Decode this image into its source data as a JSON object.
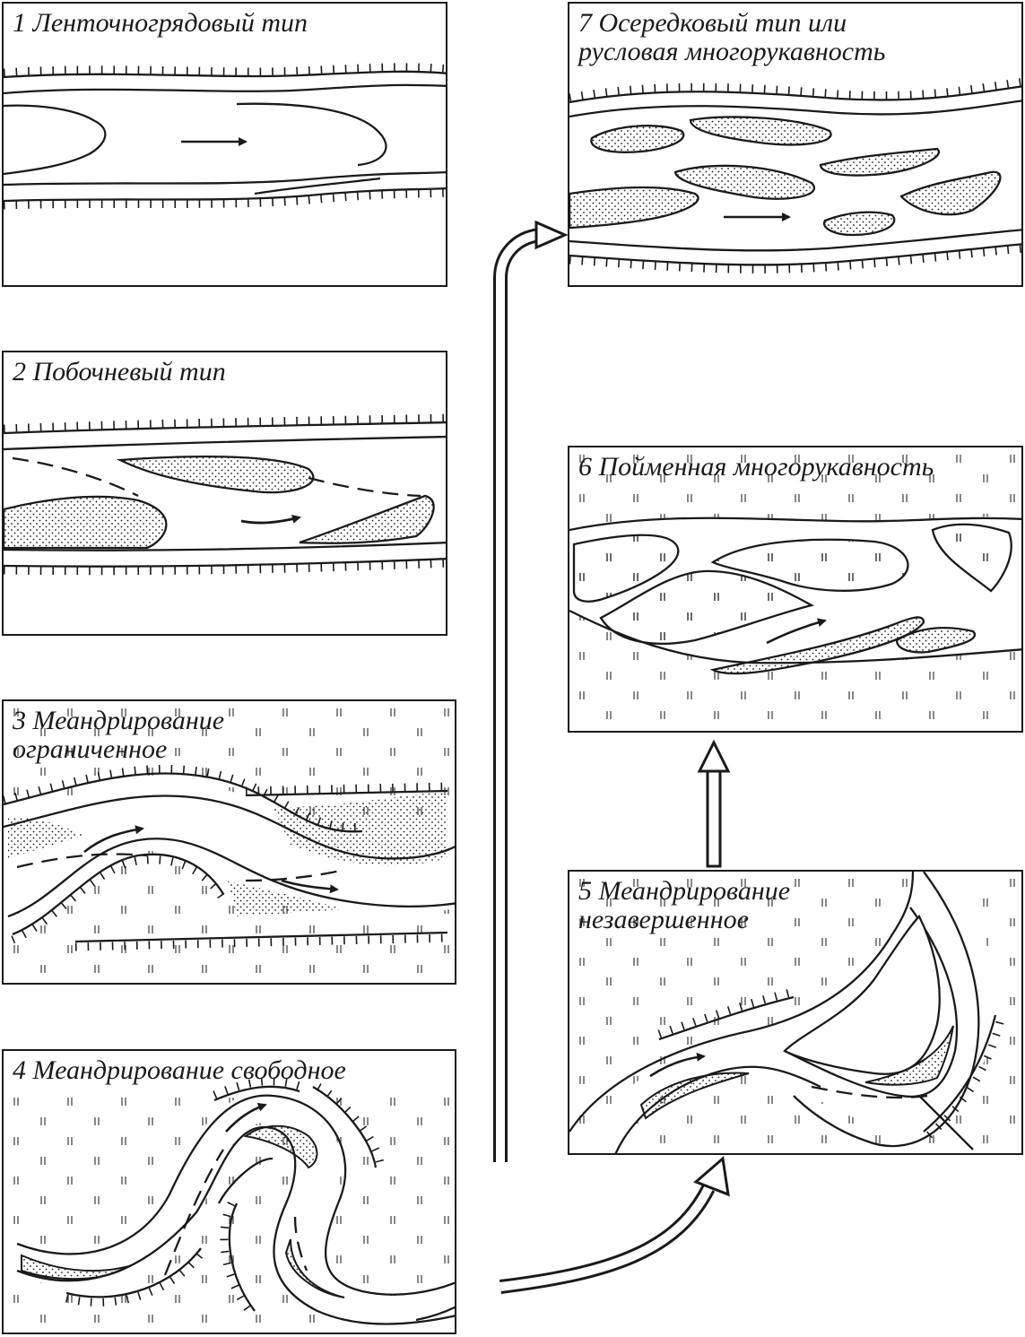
{
  "diagram": {
    "panels": [
      {
        "id": "p1",
        "title": "1 Ленточногрядовый тип"
      },
      {
        "id": "p2",
        "title": "2 Побочневый тип"
      },
      {
        "id": "p3",
        "title": "3 Меандрирование\nограниченное"
      },
      {
        "id": "p4",
        "title": "4 Меандрирование свободное"
      },
      {
        "id": "p5",
        "title": "5 Меандрирование\nнезавершенное"
      },
      {
        "id": "p6",
        "title": "6 Пойменная многорукавность"
      },
      {
        "id": "p7",
        "title": "7 Осередковый тип или\nрусловая многорукавность"
      }
    ],
    "colors": {
      "line": "#1a1a1a",
      "background": "#ffffff",
      "stipple": "#1a1a1a"
    }
  }
}
